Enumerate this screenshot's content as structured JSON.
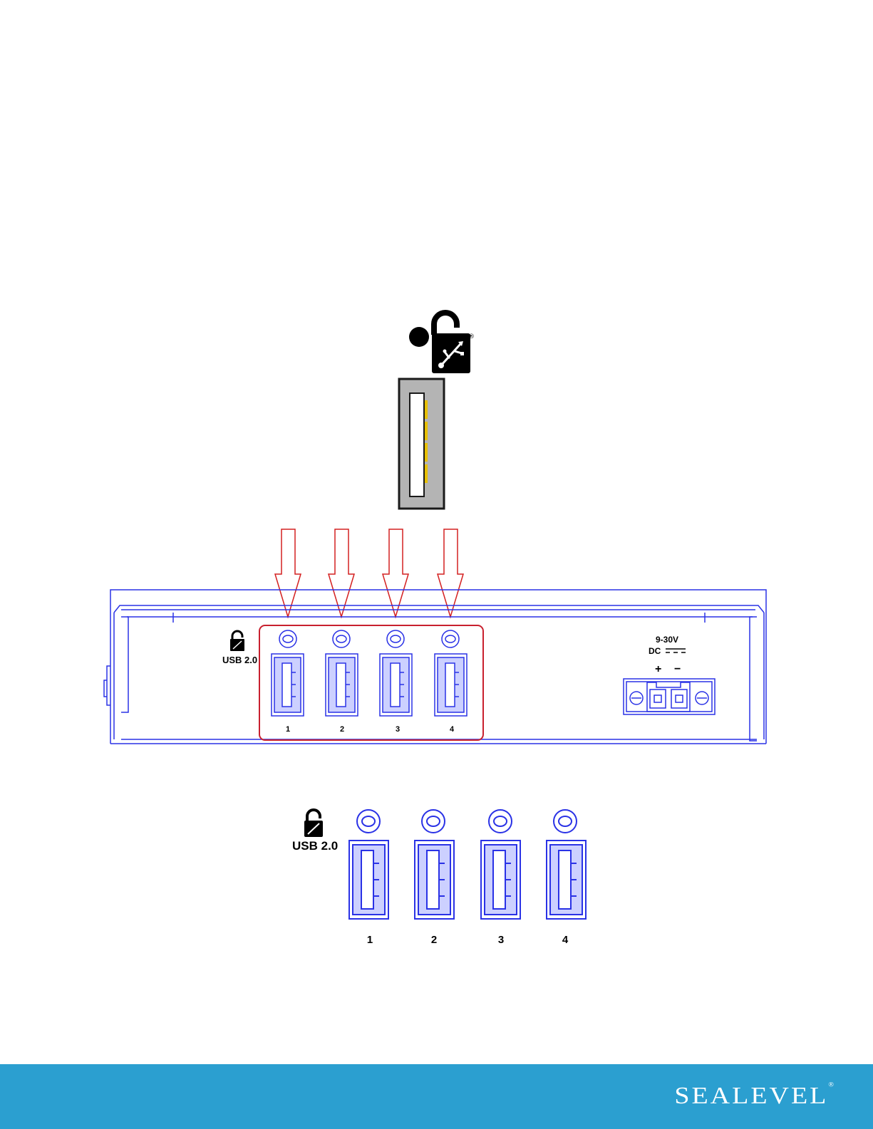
{
  "labels": {
    "usb_version": "USB 2.0",
    "voltage": "9-30V",
    "dc": "DC",
    "plus": "+",
    "minus": "−",
    "registered": "®"
  },
  "ports": [
    "1",
    "2",
    "3",
    "4"
  ],
  "colors": {
    "outline": "#2a32e6",
    "arrow": "#d42020",
    "highlight": "#c8202e",
    "usb_body": "#b4b4b4",
    "usb_contact": "#e8c000",
    "footer": "#2b9fd0"
  },
  "footer": {
    "brand": "SEALEVEL"
  }
}
